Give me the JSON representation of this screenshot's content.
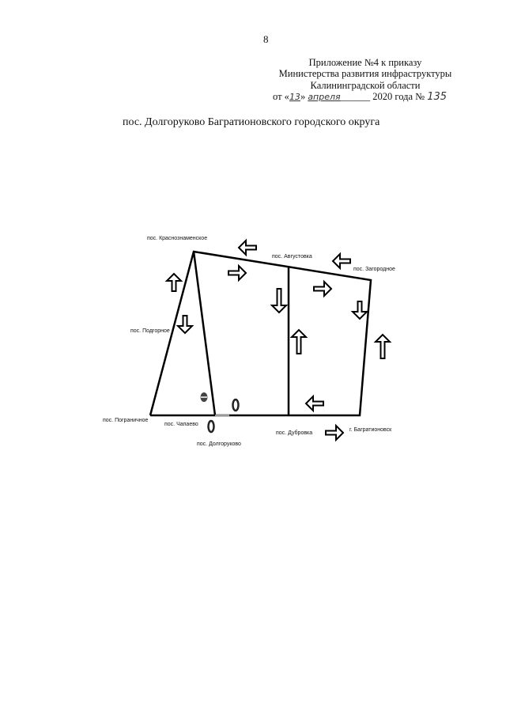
{
  "page_number": "8",
  "header": {
    "line1": "Приложение №4 к приказу",
    "line2": "Министерства развития инфраструктуры",
    "line3": "Калининградской области",
    "date_prefix": "от «",
    "date_day": "13",
    "date_mid": "»",
    "date_month": "апреля",
    "date_blank": "______",
    "date_year": "2020 года №",
    "order_number": "135"
  },
  "title": "пос. Долгоруково Багратионовского городского округа",
  "diagram": {
    "labels": {
      "krasnoznamenskoe": "пос. Краснознаменское",
      "avgustovka": "пос. Августовка",
      "zagorodnoe": "пос. Загородное",
      "podgornoe": "пос. Подгорное",
      "pogranichnoe": "пос. Пограничное",
      "chapaevo": "пос. Чапаево",
      "dolgorukovo": "пос. Долгоруково",
      "dubrovka": "пос. Дубровка",
      "bagrationovsk": "г. Багратионовск"
    },
    "line_color": "#000000"
  }
}
